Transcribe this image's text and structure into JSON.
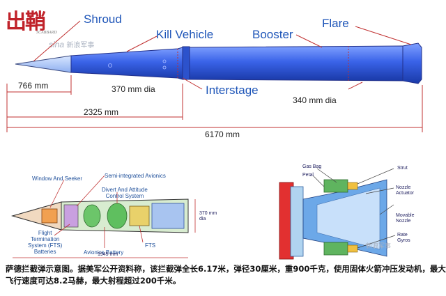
{
  "watermark": {
    "logo_text": "出鞘",
    "logo_sub": "SCABBARD",
    "sina_text": "sina",
    "sina_cn": "新浪军事",
    "sina_cn_2": "新浪军事"
  },
  "main_labels": {
    "shroud": "Shroud",
    "kill_vehicle": "Kill Vehicle",
    "booster": "Booster",
    "flare": "Flare",
    "interstage": "Interstage"
  },
  "dimensions": {
    "d766": "766 mm",
    "d370": "370 mm dia",
    "d2325": "2325 mm",
    "d340": "340 mm dia",
    "d6170": "6170 mm"
  },
  "detail_left": {
    "window_seeker": "Window And Seeker",
    "semi_avionics": "Semi-integrated Avionics",
    "divert_line1": "Divert And Attitude",
    "divert_line2": "Control System",
    "fts_line1": "Flight",
    "fts_line2": "Termination",
    "fts_line3": "System (FTS)",
    "fts_line4": "Batteries",
    "avionics_battery": "Avionics Battery",
    "fts": "FTS",
    "dia_line1": "370 mm",
    "dia_line2": "dia",
    "length": "1945 mm"
  },
  "detail_right": {
    "gas_bag": "Gas Bag",
    "petal": "Petal",
    "strut": "Strut",
    "nozzle_actuator_1": "Nozzle",
    "nozzle_actuator_2": "Actuator",
    "movable_1": "Movable",
    "movable_2": "Nozzle",
    "rate_1": "Rate",
    "rate_2": "Gyros"
  },
  "caption": "萨德拦截弹示意图。据美军公开资料称，该拦截弹全长6.17米，弹径30厘米，重900千克，使用固体火箭冲压发动机，最大飞行速度可达8.2马赫，最大射程超过200千米。",
  "colors": {
    "missile_blue": "#2f5fe0",
    "label_blue": "#1e55b8",
    "dim_red": "#c03030",
    "logo_red": "#c0222a"
  }
}
